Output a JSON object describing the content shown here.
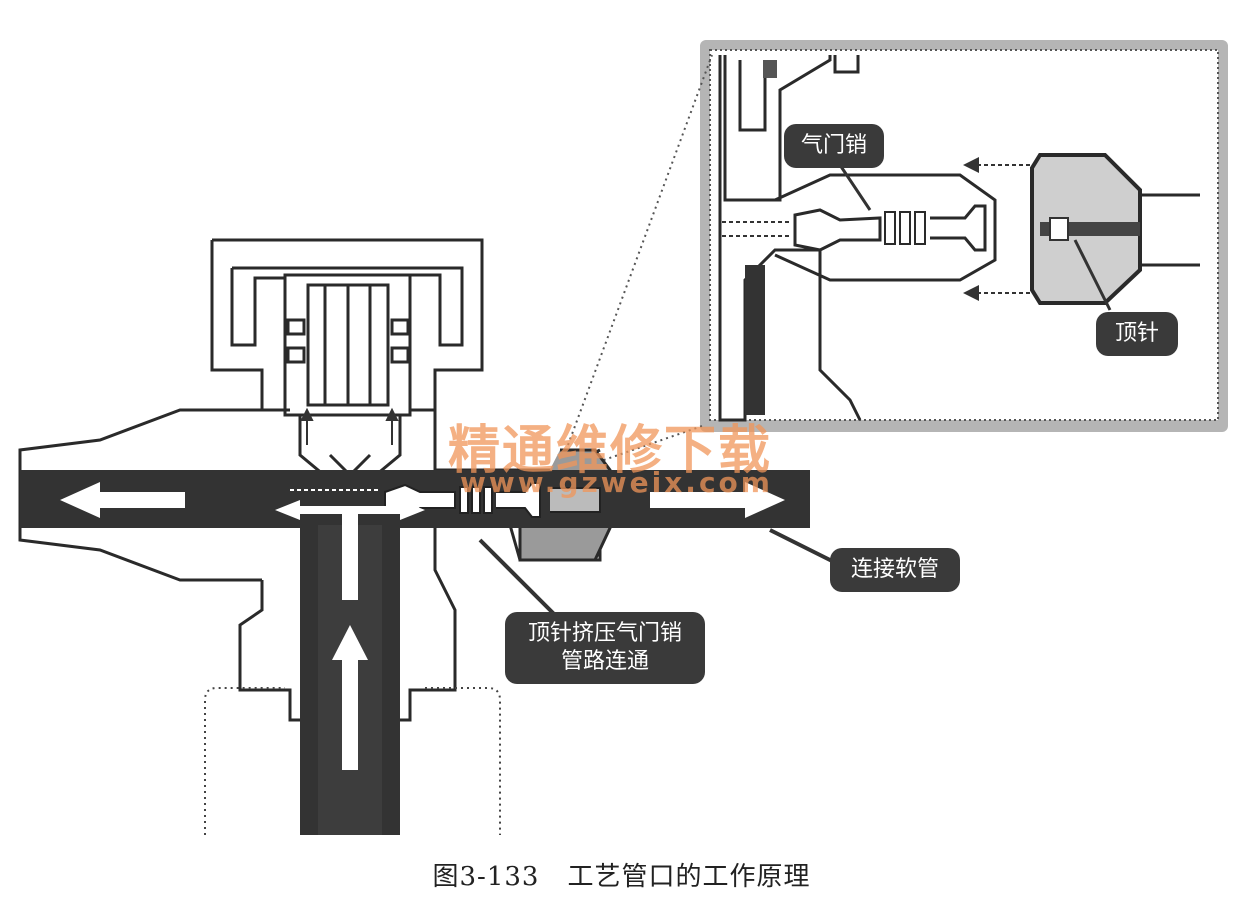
{
  "labels": {
    "valve_pin": "气门销",
    "thimble": "顶针",
    "hose": "连接软管",
    "squeeze_line1": "顶针挤压气门销",
    "squeeze_line2": "管路连通"
  },
  "caption": {
    "number": "图3-133",
    "title": "工艺管口的工作原理"
  },
  "watermark": {
    "chinese": "精通维修下载",
    "url": "www.gzweix.com"
  },
  "colors": {
    "dark_fill": "#333333",
    "line": "#2a2a2a",
    "callout_bg": "#3a3a3a",
    "inset_bg": "#b8b8b8",
    "watermark": "#f0965a"
  }
}
